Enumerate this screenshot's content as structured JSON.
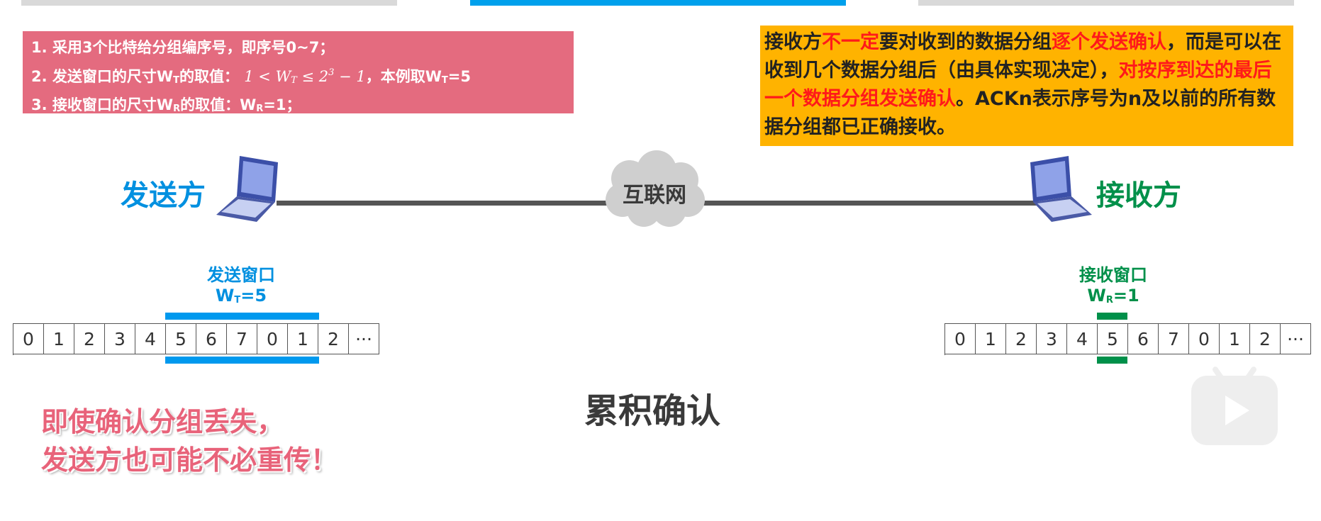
{
  "rules": {
    "line1": "1. 采用3个比特给分组编序号，即序号0~7；",
    "line2_prefix": "2. 发送窗口的尺寸W",
    "line2_sub": "T",
    "line2_mid": "的取值：",
    "line2_math_a": "1 < W",
    "line2_math_sub": "T",
    "line2_math_b": " ≤ 2",
    "line2_math_sup": "3",
    "line2_math_c": " − 1",
    "line2_suffix_a": "，本例取W",
    "line2_suffix_sub": "T",
    "line2_suffix_b": "=5",
    "line3_prefix": "3. 接收窗口的尺寸W",
    "line3_sub": "R",
    "line3_mid": "的取值：W",
    "line3_sub2": "R",
    "line3_suffix": "=1；"
  },
  "note": {
    "p1": "接收方",
    "p2": "不一定",
    "p3": "要对收到的数据分组",
    "p4": "逐个发送确认",
    "p5": "，而是可以在收到几个数据分组后（由具体实现决定），",
    "p6": "对按序到达的最后一个数据分组发送确认",
    "p7": "。ACKn表示序号为n及以前的所有数据分组都已正确接收。"
  },
  "sender": {
    "label": "发送方",
    "window_title": "发送窗口",
    "window_size_prefix": "W",
    "window_size_sub": "T",
    "window_size_suffix": "=5"
  },
  "receiver": {
    "label": "接收方",
    "window_title": "接收窗口",
    "window_size_prefix": "W",
    "window_size_sub": "R",
    "window_size_suffix": "=1"
  },
  "network": {
    "label": "互联网"
  },
  "sequence": [
    "0",
    "1",
    "2",
    "3",
    "4",
    "5",
    "6",
    "7",
    "0",
    "1",
    "2",
    "···"
  ],
  "center_title": "累积确认",
  "bottom_note": {
    "line1": "即使确认分组丢失，",
    "line2": "发送方也可能不必重传！"
  },
  "colors": {
    "sender_blue": "#0090e0",
    "receiver_green": "#00904a",
    "rules_bg": "#e46b7f",
    "note_bg": "#ffb300",
    "highlight_red": "#ff1a1a"
  },
  "icons": {
    "laptop": "laptop-icon",
    "cloud": "cloud-icon",
    "play": "play-icon"
  }
}
